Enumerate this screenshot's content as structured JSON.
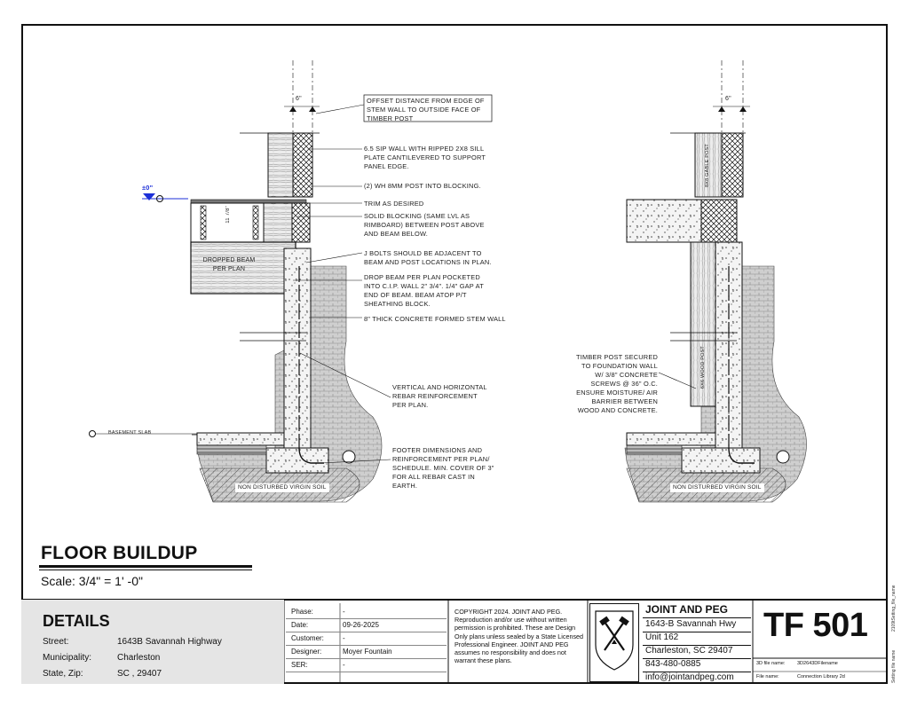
{
  "drawing": {
    "left_detail": {
      "dim_top": "6\"",
      "elev_marker": "±0\"",
      "joist_dim": "11 7/8\"",
      "dropped_beam_label": "DROPPED BEAM\nPER PLAN",
      "basement_slab_label": "BASEMENT SLAB",
      "soil_label": "NON DISTURBED VIRGIN SOIL",
      "callouts": [
        "OFFSET DISTANCE FROM EDGE OF STEM WALL TO OUTSIDE FACE OF TIMBER POST",
        "6.5 SIP WALL WITH RIPPED 2X8 SILL PLATE CANTILEVERED TO SUPPORT PANEL EDGE.",
        "(2) WH 8MM POST INTO BLOCKING.",
        "TRIM AS DESIRED",
        "SOLID BLOCKING (SAME LVL AS RIMBOARD) BETWEEN POST ABOVE AND BEAM BELOW.",
        "J BOLTS SHOULD BE ADJACENT TO BEAM AND POST LOCATIONS IN PLAN.",
        "DROP BEAM PER PLAN POCKETED INTO C.I.P. WALL 2\" 3/4\". 1/4\" GAP AT END OF BEAM. BEAM ATOP P/T SHEATHING BLOCK.",
        "8\" THICK CONCRETE FORMED STEM WALL",
        "VERTICAL AND HORIZONTAL REBAR REINFORCEMENT PER PLAN.",
        "FOOTER DIMENSIONS AND REINFORCEMENT PER PLAN/ SCHEDULE. MIN. COVER OF 3\" FOR ALL REBAR CAST IN EARTH."
      ]
    },
    "right_detail": {
      "dim_top": "6\"",
      "gable_post_label": "8X8 GABLE POST",
      "wood_post_label": "6X6 WOOD POST",
      "soil_label": "NON DISTURBED VIRGIN SOIL",
      "callout": "TIMBER POST SECURED TO FOUNDATION WALL W/ 3/8\" CONCRETE SCREWS @ 36\" O.C. ENSURE MOISTURE/ AIR BARRIER BETWEEN WOOD AND CONCRETE."
    }
  },
  "view_title": "FLOOR BUILDUP",
  "scale_text": "Scale:  3/4\" = 1' -0\"",
  "title_block": {
    "details_heading": "DETAILS",
    "street_label": "Street:",
    "street_value": "1643B Savannah Highway",
    "municipality_label": "Municipality:",
    "municipality_value": "Charleston",
    "state_label": "State, Zip:",
    "state_value": "SC ,  29407",
    "phase_rows": [
      {
        "label": "Phase:",
        "value": "-"
      },
      {
        "label": "Date:",
        "value": "09-26-2025"
      },
      {
        "label": "Customer:",
        "value": "-"
      },
      {
        "label": "Designer:",
        "value": "Moyer Fountain"
      },
      {
        "label": "SER:",
        "value": "-"
      }
    ],
    "copyright": "COPYRIGHT 2024. JOINT AND PEG. Reproduction and/or use without written permission is prohibited.  These are Design Only plans unless sealed by a State Licensed Professional Engineer.  JOINT AND PEG assumes no responsibility and does not warrant these plans.",
    "firm_name": "JOINT AND PEG",
    "firm_lines": [
      "1643-B Savannah Hwy",
      "Unit 162",
      "Charleston, SC 29407",
      "843-480-0885",
      "info@jointandpeg.com"
    ],
    "sheet_number": "TF 501",
    "meta": [
      {
        "label": "3D file name:",
        "value": "3D2643DFilename"
      },
      {
        "label": "File name:",
        "value": "Connection Library 2d"
      }
    ],
    "side_text_1": "2109tSetting_file_name",
    "side_text_2": "Setting file name"
  },
  "colors": {
    "ink": "#111111",
    "concrete_fill": "#f4f4f4",
    "wood_fill": "#e9e9e9",
    "title_gray": "#e5e5e5",
    "elev_blue": "#1c2fd8"
  }
}
